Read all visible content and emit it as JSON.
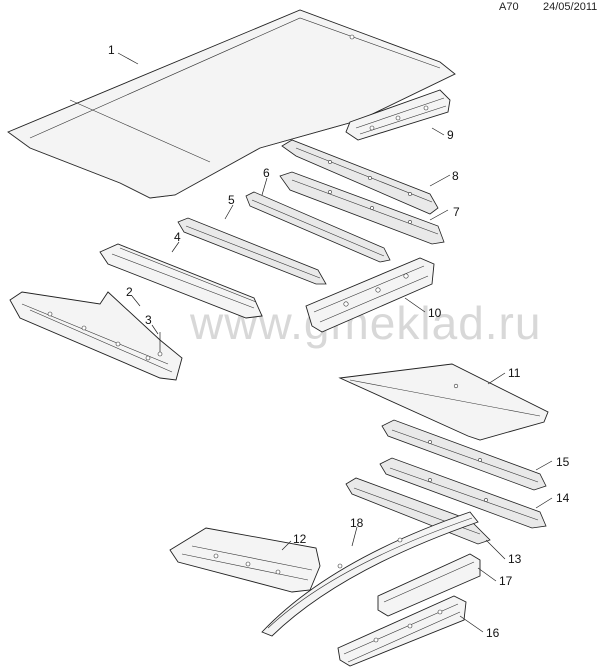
{
  "header": {
    "code": "A70",
    "date": "24/05/2011"
  },
  "watermark": "www.gmeklad.ru",
  "callouts": [
    "1",
    "2",
    "3",
    "4",
    "5",
    "6",
    "7",
    "8",
    "9",
    "10",
    "11",
    "12",
    "13",
    "14",
    "15",
    "16",
    "17",
    "18"
  ]
}
